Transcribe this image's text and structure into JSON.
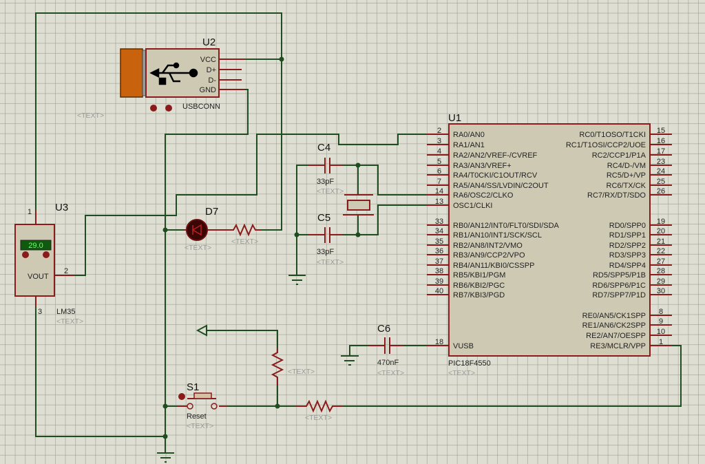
{
  "colors": {
    "wire": "#1f4d1f",
    "pin": "#8b1a1a",
    "body": "#cdc9b3",
    "lcd": "#0f5a0f",
    "lcd_text": "#6cff6c",
    "usb": "#c8620c"
  },
  "placeholder": "<TEXT>",
  "u1": {
    "ref": "U1",
    "part": "PIC18F4550",
    "left_pins": [
      {
        "num": "2",
        "name": "RA0/AN0"
      },
      {
        "num": "3",
        "name": "RA1/AN1"
      },
      {
        "num": "4",
        "name": "RA2/AN2/VREF-/CVREF"
      },
      {
        "num": "5",
        "name": "RA3/AN3/VREF+"
      },
      {
        "num": "6",
        "name": "RA4/T0CKI/C1OUT/RCV"
      },
      {
        "num": "7",
        "name": "RA5/AN4/SS/LVDIN/C2OUT"
      },
      {
        "num": "14",
        "name": "RA6/OSC2/CLKO"
      },
      {
        "num": "13",
        "name": "OSC1/CLKI"
      },
      {
        "num": "33",
        "name": "RB0/AN12/INT0/FLT0/SDI/SDA"
      },
      {
        "num": "34",
        "name": "RB1/AN10/INT1/SCK/SCL"
      },
      {
        "num": "35",
        "name": "RB2/AN8/INT2/VMO"
      },
      {
        "num": "36",
        "name": "RB3/AN9/CCP2/VPO"
      },
      {
        "num": "37",
        "name": "RB4/AN11/KBI0/CSSPP"
      },
      {
        "num": "38",
        "name": "RB5/KBI1/PGM"
      },
      {
        "num": "39",
        "name": "RB6/KBI2/PGC"
      },
      {
        "num": "40",
        "name": "RB7/KBI3/PGD"
      },
      {
        "num": "18",
        "name": "VUSB"
      }
    ],
    "right_pins": [
      {
        "num": "15",
        "name": "RC0/T1OSO/T1CKI"
      },
      {
        "num": "16",
        "name": "RC1/T1OSI/CCP2/UOE"
      },
      {
        "num": "17",
        "name": "RC2/CCP1/P1A"
      },
      {
        "num": "23",
        "name": "RC4/D-/VM"
      },
      {
        "num": "24",
        "name": "RC5/D+/VP"
      },
      {
        "num": "25",
        "name": "RC6/TX/CK"
      },
      {
        "num": "26",
        "name": "RC7/RX/DT/SDO"
      },
      {
        "num": "19",
        "name": "RD0/SPP0"
      },
      {
        "num": "20",
        "name": "RD1/SPP1"
      },
      {
        "num": "21",
        "name": "RD2/SPP2"
      },
      {
        "num": "22",
        "name": "RD3/SPP3"
      },
      {
        "num": "27",
        "name": "RD4/SPP4"
      },
      {
        "num": "28",
        "name": "RD5/SPP5/P1B"
      },
      {
        "num": "29",
        "name": "RD6/SPP6/P1C"
      },
      {
        "num": "30",
        "name": "RD7/SPP7/P1D"
      },
      {
        "num": "8",
        "name": "RE0/AN5/CK1SPP"
      },
      {
        "num": "9",
        "name": "RE1/AN6/CK2SPP"
      },
      {
        "num": "10",
        "name": "RE2/AN7/OESPP"
      },
      {
        "num": "1",
        "name": "RE3/MCLR/VPP"
      }
    ]
  },
  "u2": {
    "ref": "U2",
    "part": "USBCONN",
    "pins": [
      "VCC",
      "D+",
      "D-",
      "GND"
    ]
  },
  "u3": {
    "ref": "U3",
    "part": "LM35",
    "reading": "29.0",
    "pin_label": "VOUT",
    "pins": [
      "1",
      "2",
      "3"
    ]
  },
  "d7": {
    "ref": "D7"
  },
  "c4": {
    "ref": "C4",
    "value": "33pF"
  },
  "c5": {
    "ref": "C5",
    "value": "33pF"
  },
  "c6": {
    "ref": "C6",
    "value": "470nF"
  },
  "s1": {
    "ref": "S1",
    "label": "Reset"
  },
  "free_text": "<TEXT>"
}
